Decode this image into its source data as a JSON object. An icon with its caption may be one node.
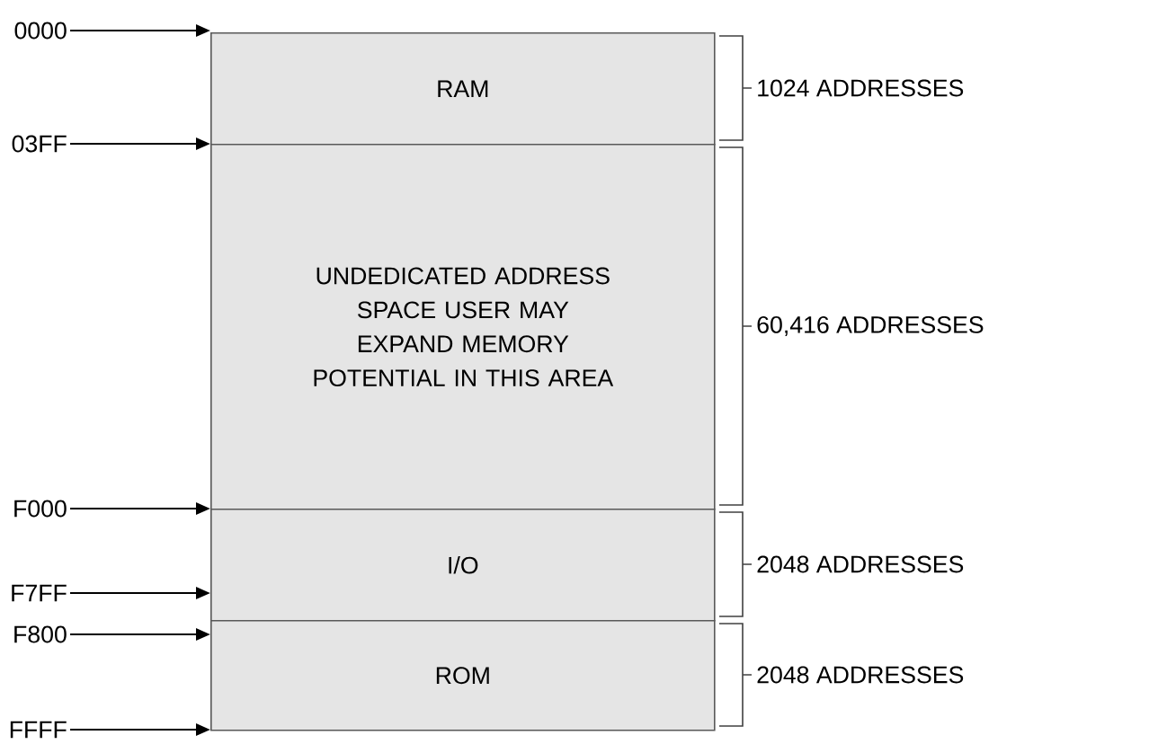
{
  "diagram": {
    "nodes": [
      {
        "text": [
          "RAM"
        ],
        "beside": [
          "1024 ADDRESSES"
        ]
      },
      {
        "text": [
          "UNDEDICATED ADDRESS SPACE USER MAY EXPAND MEMORY POTENTIAL IN THIS AREA"
        ],
        "beside": [
          "60,416 ADDRESSES"
        ]
      },
      {
        "text": [
          "I/O"
        ],
        "beside": [
          "2048 ADDRESSES"
        ]
      },
      {
        "text": [
          "ROM"
        ],
        "beside": [
          "2048 ADDRESSES"
        ]
      },
      {
        "text": [
          "0000"
        ]
      },
      {
        "text": [
          "03FF"
        ]
      },
      {
        "text": [
          "F000"
        ]
      },
      {
        "text": [
          "F7FF"
        ]
      },
      {
        "text": [
          "F800"
        ]
      },
      {
        "text": [
          "FFFF"
        ]
      }
    ],
    "edges": [
      {
        "from": 4,
        "to": 0,
        "arrow": "to"
      },
      {
        "from": 5,
        "to": 1,
        "arrow": "to"
      },
      {
        "from": 6,
        "to": 2,
        "arrow": "to"
      },
      {
        "from": 7,
        "to": 2,
        "arrow": "to"
      },
      {
        "from": 8,
        "to": 3,
        "arrow": "to"
      },
      {
        "from": 9,
        "to": 3,
        "arrow": "to"
      }
    ]
  }
}
